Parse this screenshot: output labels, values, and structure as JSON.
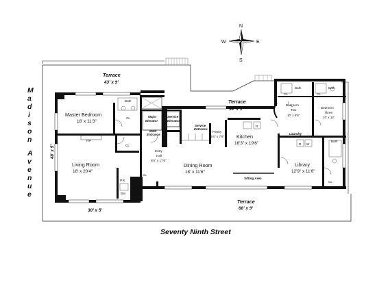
{
  "compass": {
    "n": "N",
    "s": "S",
    "e": "E",
    "w": "W"
  },
  "streets": {
    "avenue_letters": [
      "M",
      "a",
      "d",
      "i",
      "s",
      "o",
      "n",
      "A",
      "v",
      "e",
      "n",
      "u",
      "e"
    ],
    "street": "Seventy Ninth Street"
  },
  "terraces": {
    "top": {
      "label": "Terrace",
      "dim": "43' x 9'"
    },
    "mid": {
      "label": "Terrace",
      "dim": "34' x 9'"
    },
    "bottom": {
      "label": "Terrace",
      "dim": "68' x 9'"
    },
    "west_dim": "48' x 5'",
    "south_west_dim": "30' x 5'"
  },
  "rooms": {
    "master": {
      "label": "Master Bedroom",
      "dim": "18' x 11'3\""
    },
    "living": {
      "label": "Living Room",
      "dim": "18' x 20'4\""
    },
    "dining": {
      "label": "Dining Room",
      "dim": "18' x 11'6\""
    },
    "kitchen": {
      "label": "Kitchen",
      "dim": "16'3\" x 19'6\""
    },
    "library": {
      "label": "Library",
      "dim": "12'9\" x 11'6\""
    },
    "bedroom2": {
      "label1": "Bedroom",
      "label2": "Two",
      "dim": "10' x 6'6\""
    },
    "bedroom3": {
      "label1": "Bedroom",
      "label2": "Three",
      "dim": "10' x 12'"
    },
    "entry": {
      "label1": "Entry",
      "label2": "Hall",
      "dim": "8'6\" x 17'6\""
    },
    "pantry": {
      "label": "Pantry",
      "dim": "6'6\" x 7'9\""
    }
  },
  "small_labels": {
    "sitting": "Sitting Area",
    "laundry": "Laundry",
    "major_elev1": "Major",
    "major_elev2": "Elevator",
    "main_ent1": "Main",
    "main_ent2": "Entrance",
    "svc_elev1": "Service",
    "svc_elev2": "Elevator",
    "svc_ent1": "Service",
    "svc_ent2": "Entrance",
    "fp": "F/P",
    "pr": "P.R.",
    "bar": "Bar",
    "bath": "Bath",
    "cl": "CL",
    "d": "D",
    "w": "W",
    "r": "R"
  }
}
